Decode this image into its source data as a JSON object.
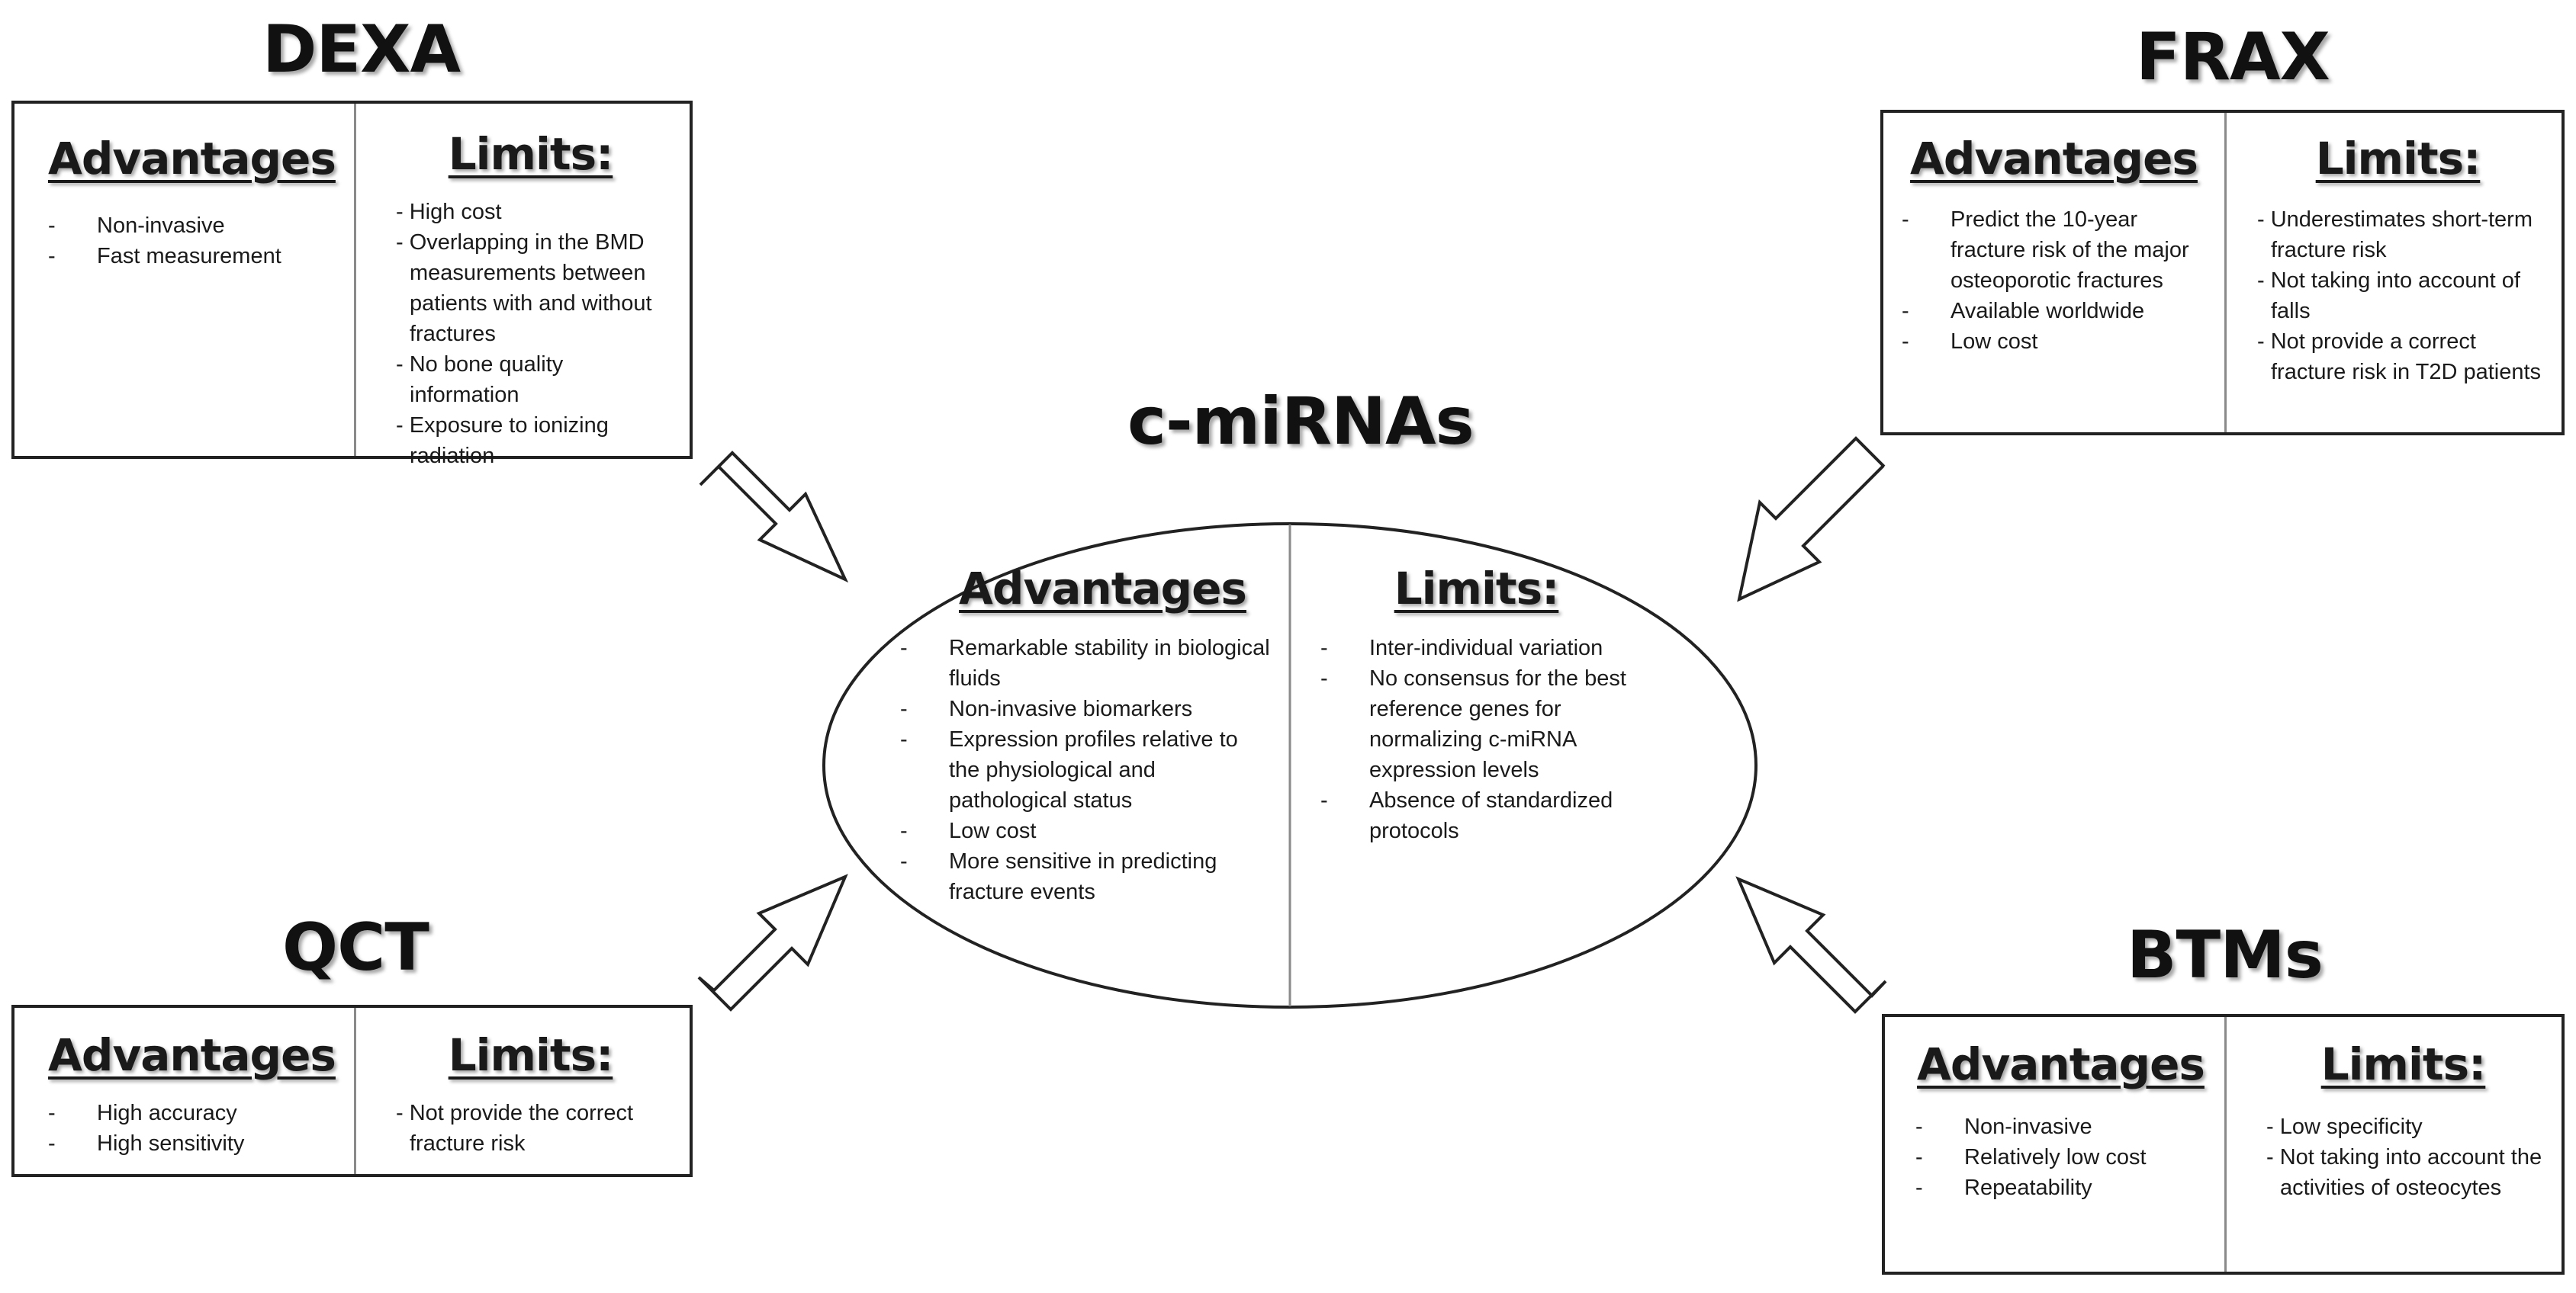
{
  "dexa": {
    "title": "DEXA",
    "advantages_heading": "Advantages",
    "advantages": [
      "Non-invasive",
      "Fast measurement"
    ],
    "limits_heading": "Limits:",
    "limits": [
      "High cost",
      "Overlapping in the BMD measurements between patients with and without fractures",
      "No bone quality information",
      "Exposure to ionizing radiation"
    ]
  },
  "frax": {
    "title": "FRAX",
    "advantages_heading": "Advantages",
    "advantages": [
      "Predict the 10-year fracture risk of the major osteoporotic fractures",
      "Available worldwide",
      "Low cost"
    ],
    "limits_heading": "Limits:",
    "limits": [
      "Underestimates short-term fracture risk",
      "Not taking into account of falls",
      "Not provide a correct fracture risk in T2D patients"
    ]
  },
  "cmirnas": {
    "title": "c-miRNAs",
    "advantages_heading": "Advantages",
    "advantages": [
      "Remarkable stability in biological fluids",
      "Non-invasive biomarkers",
      "Expression profiles relative to the physiological and pathological status",
      "Low cost",
      "More sensitive in predicting fracture events"
    ],
    "limits_heading": "Limits:",
    "limits": [
      "Inter-individual variation",
      "No consensus for the best reference genes for normalizing c-miRNA expression levels",
      "Absence of standardized protocols"
    ]
  },
  "qct": {
    "title": "QCT",
    "advantages_heading": "Advantages",
    "advantages": [
      "High accuracy",
      "High sensitivity"
    ],
    "limits_heading": "Limits:",
    "limits": [
      "Not provide the correct fracture risk"
    ]
  },
  "btms": {
    "title": "BTMs",
    "advantages_heading": "Advantages",
    "advantages": [
      "Non-invasive",
      "Relatively low cost",
      "Repeatability"
    ],
    "limits_heading": "Limits:",
    "limits": [
      "Low specificity",
      "Not taking into account the activities of osteocytes"
    ]
  }
}
